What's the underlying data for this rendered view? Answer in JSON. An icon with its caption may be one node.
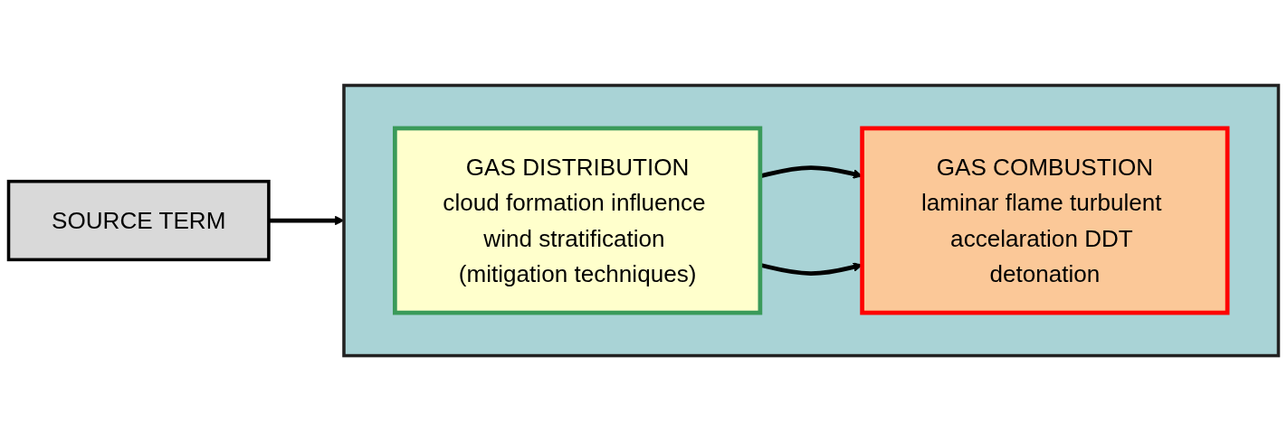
{
  "diagram": {
    "nodes": [
      {
        "text": [
          "SOURCE TERM"
        ]
      },
      {
        "text": [],
        "shape": "box"
      },
      {
        "text": [
          "GAS DISTRIBUTION",
          "cloud formation influence wind stratification (mitigation techniques)"
        ],
        "in": 1
      },
      {
        "text": [
          "GAS COMBUSTION",
          "laminar flame turbulent accelaration DDT detonation"
        ],
        "in": 1
      }
    ],
    "edges": [
      {
        "from": 0,
        "to": 1,
        "arrow": "to"
      },
      {
        "from": 2,
        "to": 3,
        "arrow": "to"
      },
      {
        "from": 2,
        "to": 3,
        "arrow": "to"
      }
    ]
  }
}
